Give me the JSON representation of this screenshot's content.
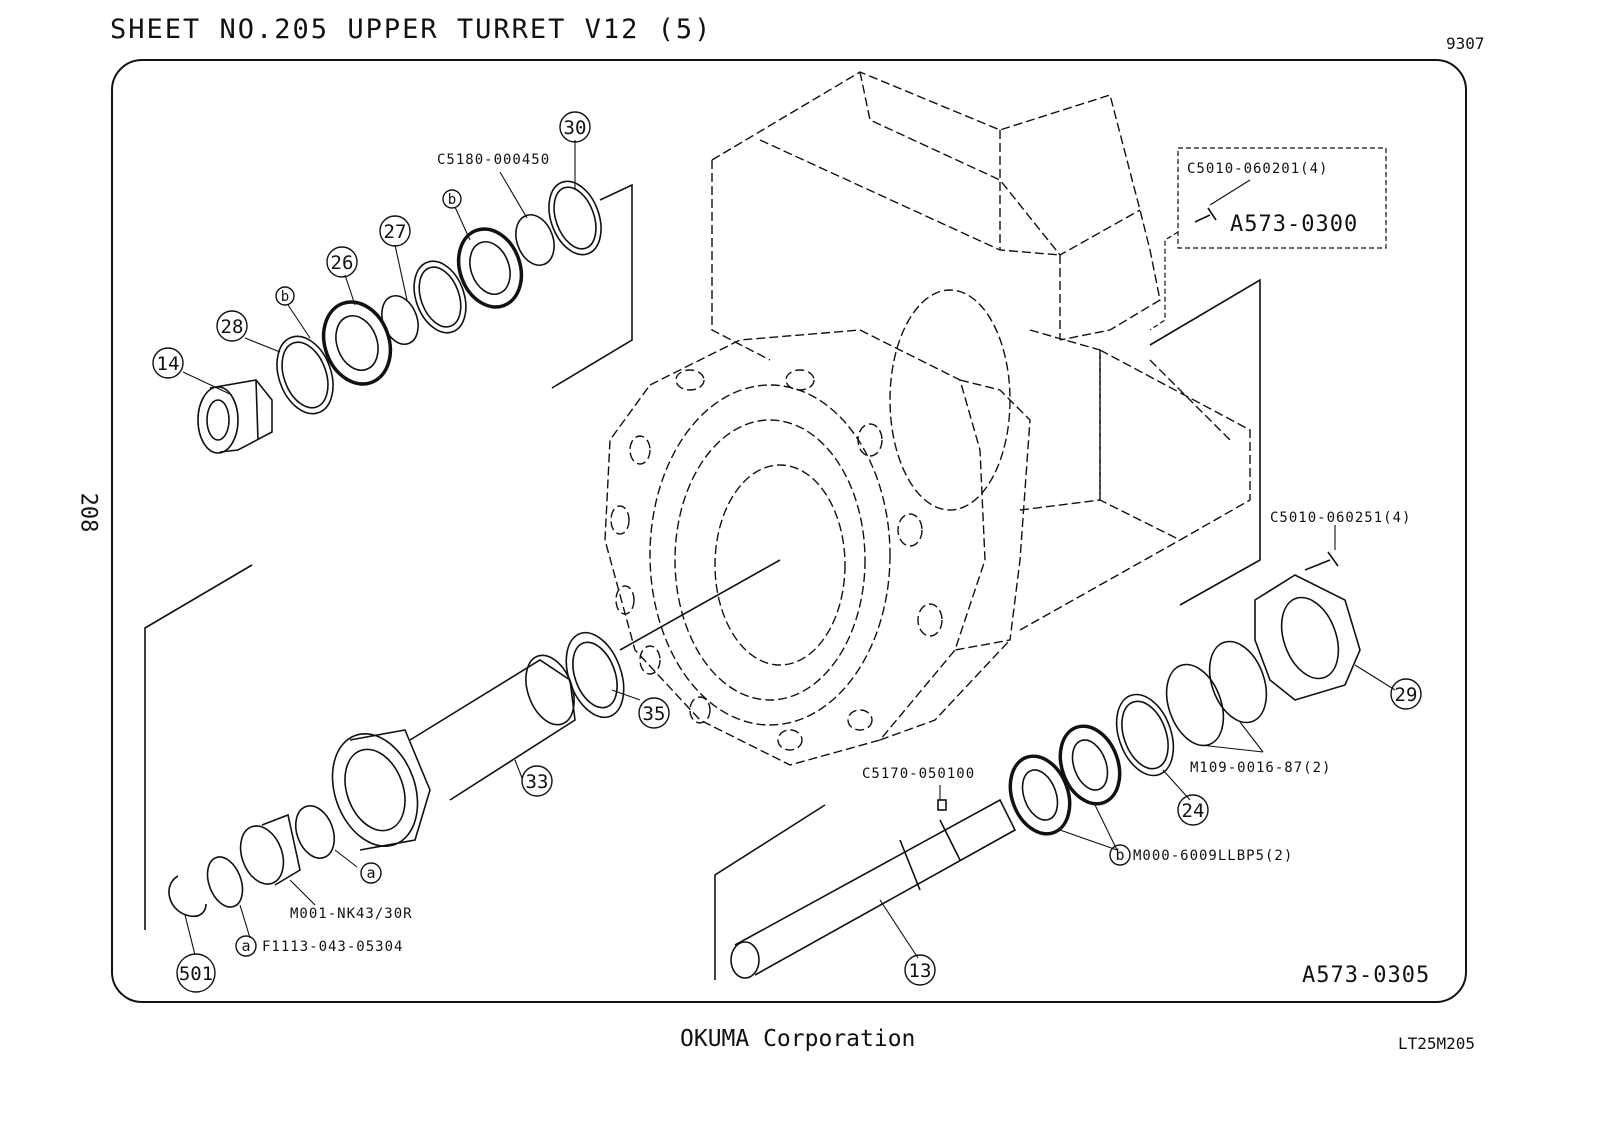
{
  "header": {
    "title": "SHEET NO.205  UPPER TURRET V12 (5)",
    "code": "9307",
    "side_number": "208"
  },
  "footer": {
    "company": "OKUMA Corporation",
    "sheet_ref": "LT25M205"
  },
  "assembly": {
    "screw_box_part": "C5010-060201(4)",
    "screw_box_assembly": "A573-0300",
    "drawing_number": "A573-0305"
  },
  "part_numbers": {
    "snap_ring": "C5180-000450",
    "bolt_right": "C5010-060251(4)",
    "shim": "M109-0016-87(2)",
    "key": "C5170-050100",
    "bearing_b": "M000-6009LLBP5(2)",
    "needle_bearing": "M001-NK43/30R",
    "ring_a": "F1113-043-05304"
  },
  "callouts": {
    "c30": "30",
    "c27": "27",
    "c26": "26",
    "c28": "28",
    "c14": "14",
    "c35": "35",
    "c33": "33",
    "c29": "29",
    "c24": "24",
    "c13": "13",
    "c501": "501",
    "b1": "b",
    "b2": "b",
    "b3": "b",
    "a1": "a",
    "a2": "a"
  }
}
